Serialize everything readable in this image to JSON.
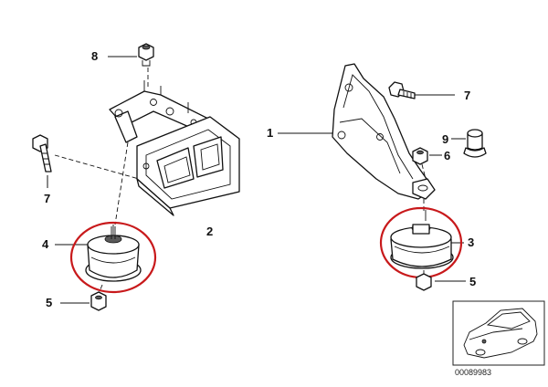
{
  "diagram": {
    "highlight_color": "#c8191b",
    "callouts": {
      "c1": "1",
      "c2": "2",
      "c3": "3",
      "c4": "4",
      "c5_left": "5",
      "c5_right": "5",
      "c6": "6",
      "c7_left": "7",
      "c7_right": "7",
      "c8": "8",
      "c9": "9"
    },
    "vehicle_thumbnail": {
      "icon": "car-silhouette-icon",
      "code": "00089983"
    }
  }
}
